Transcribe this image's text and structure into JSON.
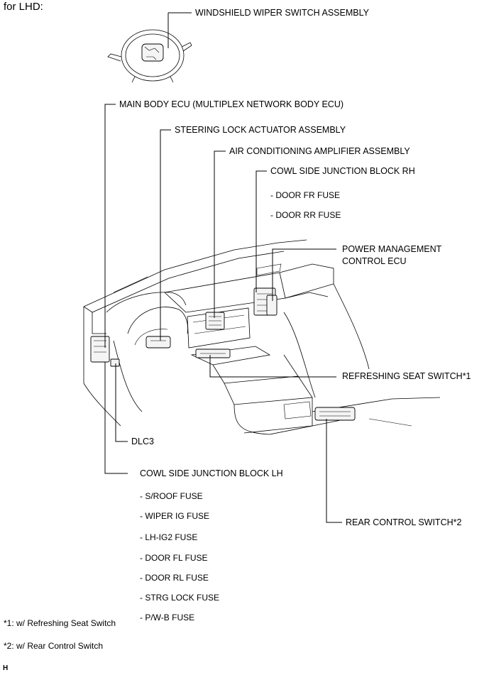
{
  "title": "for LHD:",
  "labels": {
    "wiper": "WINDSHIELD WIPER SWITCH ASSEMBLY",
    "main_body_ecu": "MAIN BODY ECU (MULTIPLEX NETWORK BODY ECU)",
    "steering_lock": "STEERING LOCK ACTUATOR ASSEMBLY",
    "ac_amp": "AIR CONDITIONING AMPLIFIER ASSEMBLY",
    "jb_rh": "COWL SIDE JUNCTION BLOCK RH",
    "power_mgmt_1": "POWER MANAGEMENT",
    "power_mgmt_2": "CONTROL ECU",
    "refreshing": "REFRESHING SEAT SWITCH*1",
    "dlc3": "DLC3",
    "jb_lh": "COWL SIDE JUNCTION BLOCK LH",
    "rear_control": "REAR CONTROL SWITCH*2"
  },
  "jb_rh_fuses": [
    "- DOOR FR FUSE",
    "- DOOR RR FUSE"
  ],
  "jb_lh_fuses": [
    "- S/ROOF FUSE",
    "- WIPER IG FUSE",
    "- LH-IG2 FUSE",
    "- DOOR FL FUSE",
    "- DOOR RL FUSE",
    "- STRG LOCK FUSE",
    "- P/W-B FUSE"
  ],
  "notes": [
    "*1: w/ Refreshing Seat Switch",
    "*2: w/ Rear Control Switch"
  ],
  "code": "H"
}
